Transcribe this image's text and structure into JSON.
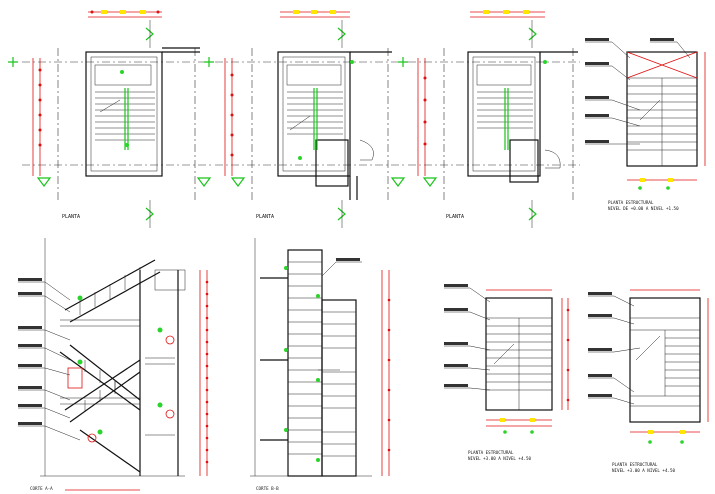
{
  "drawing": {
    "plans": [
      {
        "id": "plan-a",
        "label": "PLANTA"
      },
      {
        "id": "plan-b",
        "label": "PLANTA"
      },
      {
        "id": "plan-c",
        "label": "PLANTA"
      }
    ],
    "structural_plan_top": {
      "title": "PLANTA ESTRUCTURAL",
      "subtitle": "NIVEL DE +0.00 A NIVEL +1.50"
    },
    "sections": [
      {
        "id": "section-a",
        "label": "CORTE A-A"
      },
      {
        "id": "section-b",
        "label": "CORTE B-B"
      }
    ],
    "structural_plan_bottom_left": {
      "title": "PLANTA ESTRUCTURAL",
      "subtitle": "NIVEL +3.00 A NIVEL +4.50"
    },
    "structural_plan_bottom_right": {
      "title": "PLANTA ESTRUCTURAL",
      "subtitle": "NIVEL +3.00 A NIVEL +4.50"
    },
    "colors": {
      "line": "#111111",
      "dimension": "#e01010",
      "axis_marker": "#19c419",
      "tag": "#ffe600"
    }
  }
}
